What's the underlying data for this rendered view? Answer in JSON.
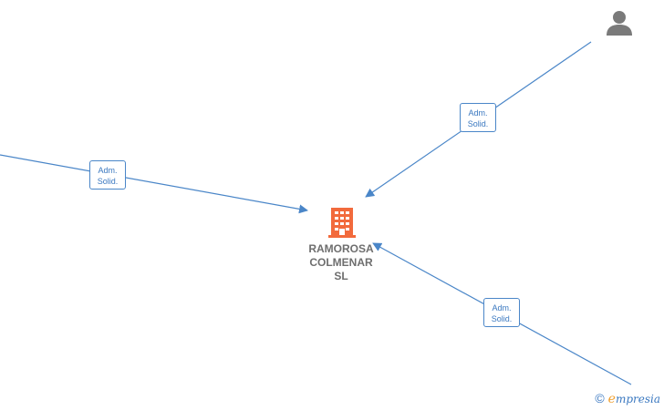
{
  "company": {
    "name_lines": [
      "RAMOROSA",
      "COLMENAR",
      "SL"
    ],
    "icon": "building-icon",
    "color": "#f26a3c"
  },
  "person": {
    "icon": "person-icon",
    "color": "#7a7a7a"
  },
  "edges": [
    {
      "label_line1": "Adm.",
      "label_line2": "Solid."
    },
    {
      "label_line1": "Adm.",
      "label_line2": "Solid."
    },
    {
      "label_line1": "Adm.",
      "label_line2": "Solid."
    }
  ],
  "edge_color": "#4a86c8",
  "footer": {
    "copyright": "©",
    "brand_initial": "e",
    "brand_rest": "mpresia"
  }
}
